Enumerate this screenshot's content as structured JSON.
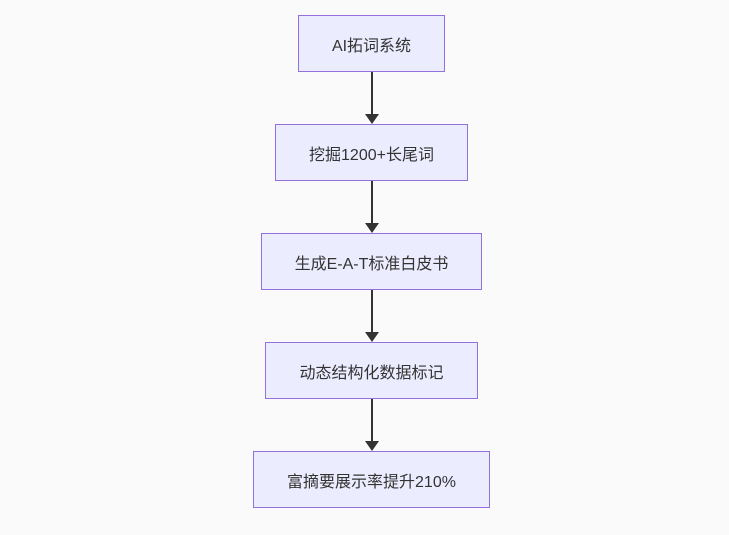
{
  "flowchart": {
    "type": "flowchart-vertical",
    "background_color": "#fafafa",
    "node_fill_color": "#ECECFF",
    "node_border_color": "#9370DB",
    "node_text_color": "#333333",
    "arrow_color": "#333333",
    "nodes": [
      {
        "id": "n1",
        "label": "AI拓词系统"
      },
      {
        "id": "n2",
        "label": "挖掘1200+长尾词"
      },
      {
        "id": "n3",
        "label": "生成E-A-T标准白皮书"
      },
      {
        "id": "n4",
        "label": "动态结构化数据标记"
      },
      {
        "id": "n5",
        "label": "富摘要展示率提升210%"
      }
    ],
    "edges": [
      {
        "from": "n1",
        "to": "n2"
      },
      {
        "from": "n2",
        "to": "n3"
      },
      {
        "from": "n3",
        "to": "n4"
      },
      {
        "from": "n4",
        "to": "n5"
      }
    ]
  }
}
